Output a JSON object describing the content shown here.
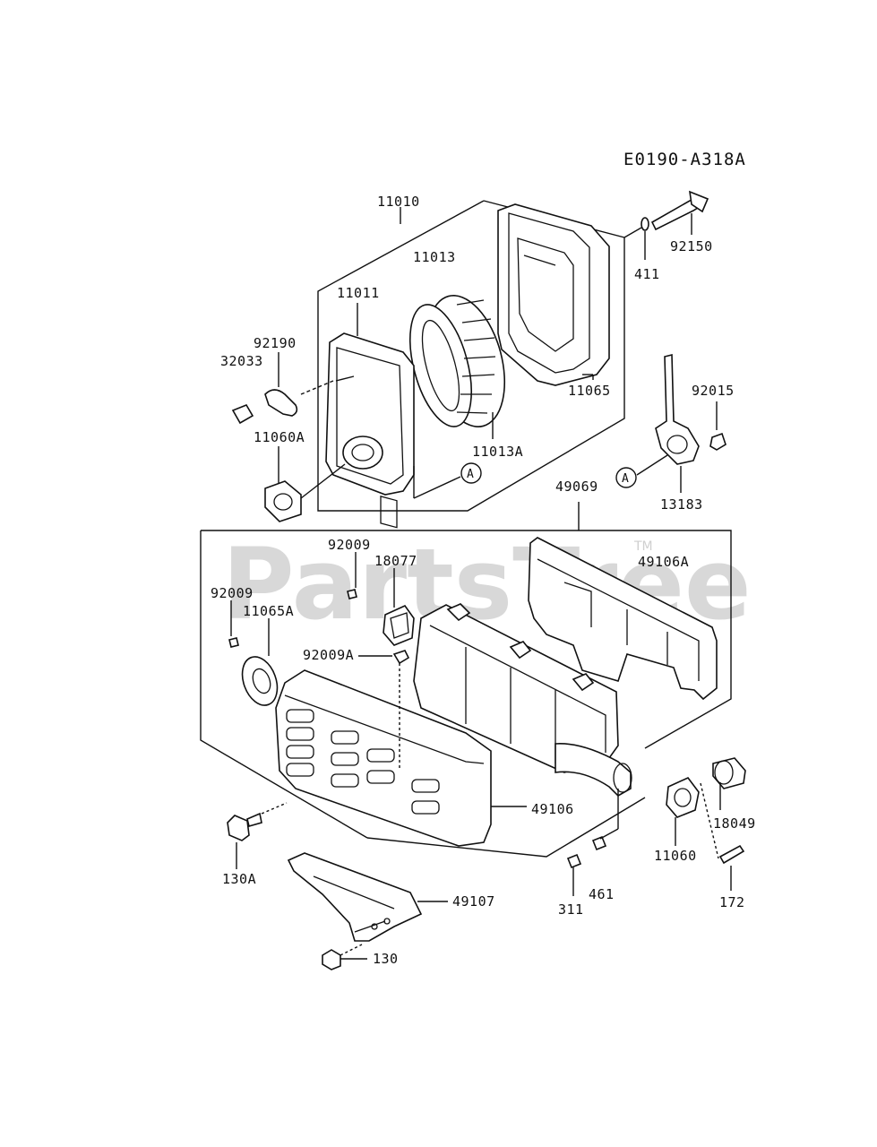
{
  "diagram": {
    "code": "E0190-A318A",
    "watermark": "PartsTree",
    "watermark_tm": "TM",
    "callouts": [
      {
        "id": "c1",
        "text": "A"
      },
      {
        "id": "c2",
        "text": "A"
      }
    ],
    "labels": [
      {
        "id": "l11010",
        "text": "11010"
      },
      {
        "id": "l11013",
        "text": "11013"
      },
      {
        "id": "l11011",
        "text": "11011"
      },
      {
        "id": "l92190",
        "text": "92190"
      },
      {
        "id": "l32033",
        "text": "32033"
      },
      {
        "id": "l11060A",
        "text": "11060A"
      },
      {
        "id": "l11013A",
        "text": "11013A"
      },
      {
        "id": "l11065",
        "text": "11065"
      },
      {
        "id": "l411",
        "text": "411"
      },
      {
        "id": "l92150",
        "text": "92150"
      },
      {
        "id": "l92015",
        "text": "92015"
      },
      {
        "id": "l13183",
        "text": "13183"
      },
      {
        "id": "l49069",
        "text": "49069"
      },
      {
        "id": "l49106A",
        "text": "49106A"
      },
      {
        "id": "l92009a",
        "text": "92009"
      },
      {
        "id": "l18077",
        "text": "18077"
      },
      {
        "id": "l92009b",
        "text": "92009"
      },
      {
        "id": "l11065A",
        "text": "11065A"
      },
      {
        "id": "l92009A",
        "text": "92009A"
      },
      {
        "id": "l49106",
        "text": "49106"
      },
      {
        "id": "l18049",
        "text": "18049"
      },
      {
        "id": "l11060",
        "text": "11060"
      },
      {
        "id": "l130A",
        "text": "130A"
      },
      {
        "id": "l49107",
        "text": "49107"
      },
      {
        "id": "l461",
        "text": "461"
      },
      {
        "id": "l311",
        "text": "311"
      },
      {
        "id": "l172",
        "text": "172"
      },
      {
        "id": "l130",
        "text": "130"
      }
    ]
  }
}
